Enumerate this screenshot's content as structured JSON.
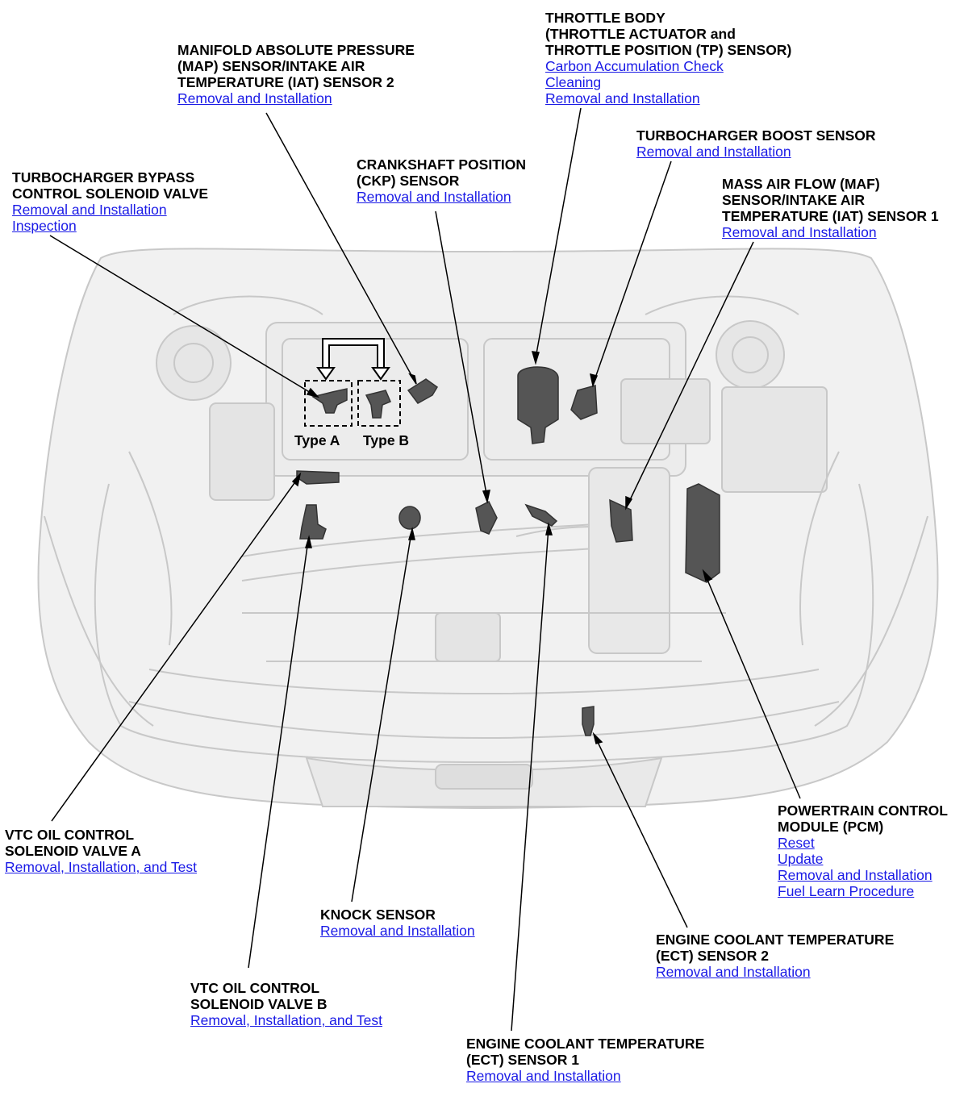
{
  "callouts": {
    "map_sensor": {
      "title": "MANIFOLD ABSOLUTE PRESSURE\n(MAP) SENSOR/INTAKE AIR\nTEMPERATURE (IAT) SENSOR 2",
      "links": [
        "Removal and Installation"
      ]
    },
    "throttle_body": {
      "title": "THROTTLE BODY\n(THROTTLE ACTUATOR and\nTHROTTLE POSITION (TP) SENSOR)",
      "links": [
        "Carbon Accumulation Check",
        "Cleaning",
        "Removal and Installation"
      ]
    },
    "boost_sensor": {
      "title": "TURBOCHARGER BOOST SENSOR",
      "links": [
        "Removal and Installation"
      ]
    },
    "ckp_sensor": {
      "title": "CRANKSHAFT POSITION\n(CKP) SENSOR",
      "links": [
        "Removal and Installation"
      ]
    },
    "bypass_valve": {
      "title": "TURBOCHARGER BYPASS\nCONTROL SOLENOID VALVE",
      "links": [
        "Removal and Installation",
        "Inspection"
      ]
    },
    "maf_sensor": {
      "title": "MASS AIR FLOW (MAF)\nSENSOR/INTAKE AIR\nTEMPERATURE (IAT) SENSOR 1",
      "links": [
        "Removal and Installation"
      ]
    },
    "vtc_a": {
      "title": "VTC OIL CONTROL\nSOLENOID VALVE A",
      "links": [
        "Removal, Installation, and Test"
      ]
    },
    "pcm": {
      "title": "POWERTRAIN CONTROL\nMODULE (PCM)",
      "links": [
        "Reset",
        "Update",
        "Removal and Installation",
        "Fuel Learn Procedure"
      ]
    },
    "knock_sensor": {
      "title": "KNOCK SENSOR",
      "links": [
        "Removal and Installation"
      ]
    },
    "ect2": {
      "title": "ENGINE COOLANT TEMPERATURE\n(ECT) SENSOR 2",
      "links": [
        "Removal and Installation"
      ]
    },
    "vtc_b": {
      "title": "VTC OIL CONTROL\nSOLENOID VALVE B",
      "links": [
        "Removal, Installation, and Test"
      ]
    },
    "ect1": {
      "title": "ENGINE COOLANT TEMPERATURE\n(ECT) SENSOR 1",
      "links": [
        "Removal and Installation"
      ]
    }
  },
  "type_labels": {
    "a": "Type A",
    "b": "Type B"
  },
  "colors": {
    "link": "#1a1ae6",
    "car_line": "#c8c8c8",
    "component": "#555555",
    "leader": "#000000"
  }
}
